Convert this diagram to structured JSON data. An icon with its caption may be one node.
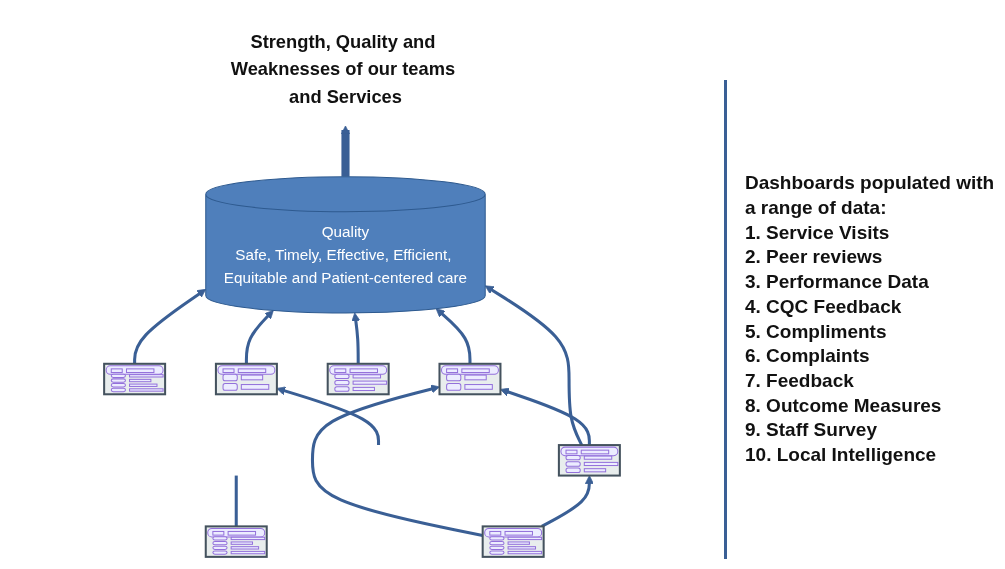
{
  "diagram": {
    "nodes": [
      {
        "text": [
          "Strength, Quality and Weaknesses of our teams and Services"
        ]
      },
      {
        "text": [
          "Quality",
          "Safe, Timely, Effective, Efficient, Equitable and Patient-centered care"
        ]
      },
      {
        "text": [],
        "shape": "picture"
      },
      {
        "text": [],
        "shape": "picture"
      },
      {
        "text": [],
        "shape": "picture"
      },
      {
        "text": [],
        "shape": "picture"
      },
      {
        "text": [],
        "shape": "picture"
      },
      {
        "text": [],
        "shape": "picture"
      },
      {
        "text": [],
        "shape": "picture"
      }
    ],
    "edges": [
      {
        "from": 1,
        "to": 0,
        "arrow": "to",
        "style": "thick"
      },
      {
        "from": 2,
        "to": 1,
        "arrow": "to"
      },
      {
        "from": 4,
        "to": 1,
        "arrow": "to"
      },
      {
        "from": 3,
        "to": 1,
        "arrow": "to"
      },
      {
        "from": 6,
        "to": 1,
        "arrow": "to"
      },
      {
        "from": 7,
        "to": 1,
        "arrow": "to"
      },
      {
        "from": 7,
        "to": 3,
        "arrow": "to"
      },
      {
        "from": 8,
        "to": 3,
        "arrow": "to"
      },
      {
        "from": 8,
        "to": 7,
        "arrow": "to"
      },
      {
        "from": 5,
        "to": null,
        "arrow": "none"
      },
      {
        "from": null,
        "to": 6,
        "arrow": "to"
      }
    ],
    "labels": [
      "Dashboards populated with a range of data:",
      "1. Service Visits",
      "2. Peer reviews",
      "3. Performance Data",
      "4. CQC Feedback",
      "5. Compliments",
      "6. Complaints",
      "7. Feedback",
      "8. Outcome Measures",
      "9. Staff Survey",
      "10. Local Intelligence"
    ]
  }
}
